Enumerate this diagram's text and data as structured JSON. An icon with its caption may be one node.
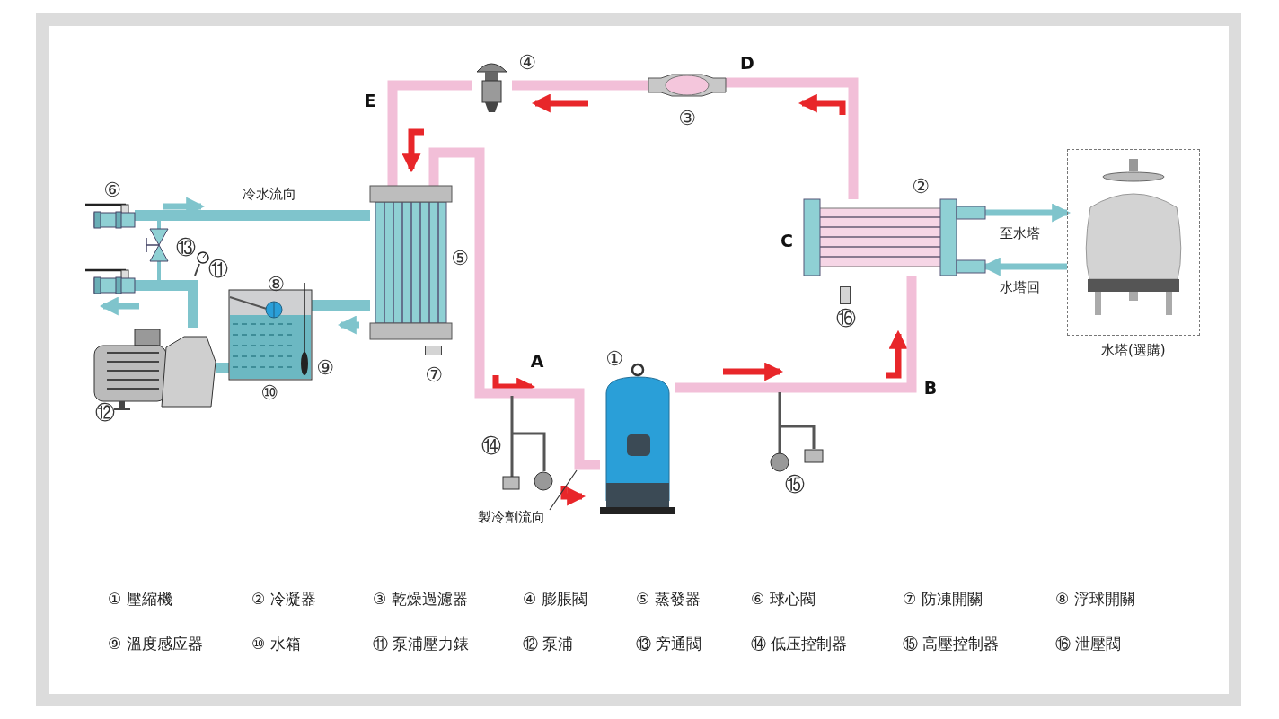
{
  "diagram": {
    "nodes": [
      {
        "text": [],
        "shape": "picture",
        "beside": [
          "①"
        ]
      },
      {
        "text": [],
        "shape": "picture",
        "beside": [
          "②"
        ]
      },
      {
        "text": [],
        "shape": "picture",
        "beside": [
          "③"
        ]
      },
      {
        "text": [],
        "shape": "picture",
        "beside": [
          "④"
        ]
      },
      {
        "text": [],
        "shape": "picture",
        "beside": [
          "⑤"
        ]
      },
      {
        "text": [],
        "shape": "picture",
        "beside": [
          "⑥"
        ]
      },
      {
        "text": [],
        "shape": "picture"
      },
      {
        "text": [],
        "shape": "box",
        "beside": [
          "⑦"
        ]
      },
      {
        "text": [],
        "shape": "picture",
        "beside": [
          "⑩"
        ]
      },
      {
        "text": [],
        "shape": "picture",
        "beside": [
          "⑧"
        ],
        "in": 8
      },
      {
        "text": [],
        "shape": "picture",
        "beside": [
          "⑨"
        ],
        "in": 8
      },
      {
        "text": [],
        "shape": "picture",
        "beside": [
          "⑪"
        ]
      },
      {
        "text": [],
        "shape": "picture",
        "beside": [
          "⑫"
        ]
      },
      {
        "text": [],
        "shape": "picture",
        "beside": [
          "⑬"
        ]
      },
      {
        "text": [],
        "shape": "picture",
        "beside": [
          "⑭"
        ]
      },
      {
        "text": [],
        "shape": "picture",
        "beside": [
          "⑮"
        ]
      },
      {
        "text": [],
        "shape": "box",
        "beside": [
          "⑯"
        ]
      },
      {
        "text": [
          "水塔(選購)"
        ]
      },
      {
        "text": [
          "製冷劑流向"
        ]
      }
    ],
    "edges": [
      {
        "from": 0,
        "to": 1,
        "arrow": "none",
        "color": "#f2bfd8"
      },
      {
        "from": 1,
        "to": 2,
        "arrow": "none",
        "color": "#f2bfd8"
      },
      {
        "from": 2,
        "to": 3,
        "arrow": "none",
        "color": "#f2bfd8"
      },
      {
        "from": 3,
        "to": 4,
        "arrow": "none",
        "color": "#f2bfd8"
      },
      {
        "from": 4,
        "to": 0,
        "arrow": "none",
        "color": "#f2bfd8"
      },
      {
        "from": 5,
        "to": 4,
        "arrow": "none"
      },
      {
        "from": 4,
        "to": 8,
        "arrow": "none"
      },
      {
        "from": 8,
        "to": 12,
        "arrow": "none"
      },
      {
        "from": 12,
        "to": 6,
        "arrow": "none"
      },
      {
        "from": 13,
        "to": null,
        "arrow": "none"
      },
      {
        "from": 13,
        "to": null,
        "arrow": "none"
      },
      {
        "from": 11,
        "to": null,
        "arrow": "none",
        "color": "#444444"
      },
      {
        "from": 14,
        "to": null,
        "arrow": "none",
        "color": "#555555"
      },
      {
        "from": 15,
        "to": null,
        "arrow": "none",
        "color": "#555555"
      },
      {
        "from": 1,
        "to": 17,
        "arrow": "to",
        "label": "至水塔"
      },
      {
        "from": 17,
        "to": 1,
        "arrow": "to",
        "label": "水塔回"
      },
      {
        "from": 18,
        "to": null,
        "arrow": "none",
        "color": "#333333"
      }
    ],
    "labels": [
      "D",
      "E",
      "冷水流向",
      "C",
      "A",
      "B",
      "① 壓縮機",
      "② 冷凝器",
      "③ 乾燥過濾器",
      "④ 膨脹閥",
      "⑤ 蒸發器",
      "⑥ 球心閥",
      "⑦ 防凍開關",
      "⑧ 浮球開關",
      "⑨ 溫度感应器",
      "⑩ 水箱",
      "⑪ 泵浦壓力錶",
      "⑫ 泵浦",
      "⑬ 旁通閥",
      "⑭ 低压控制器",
      "⑮ 高壓控制器",
      "⑯ 泄壓閥"
    ]
  }
}
